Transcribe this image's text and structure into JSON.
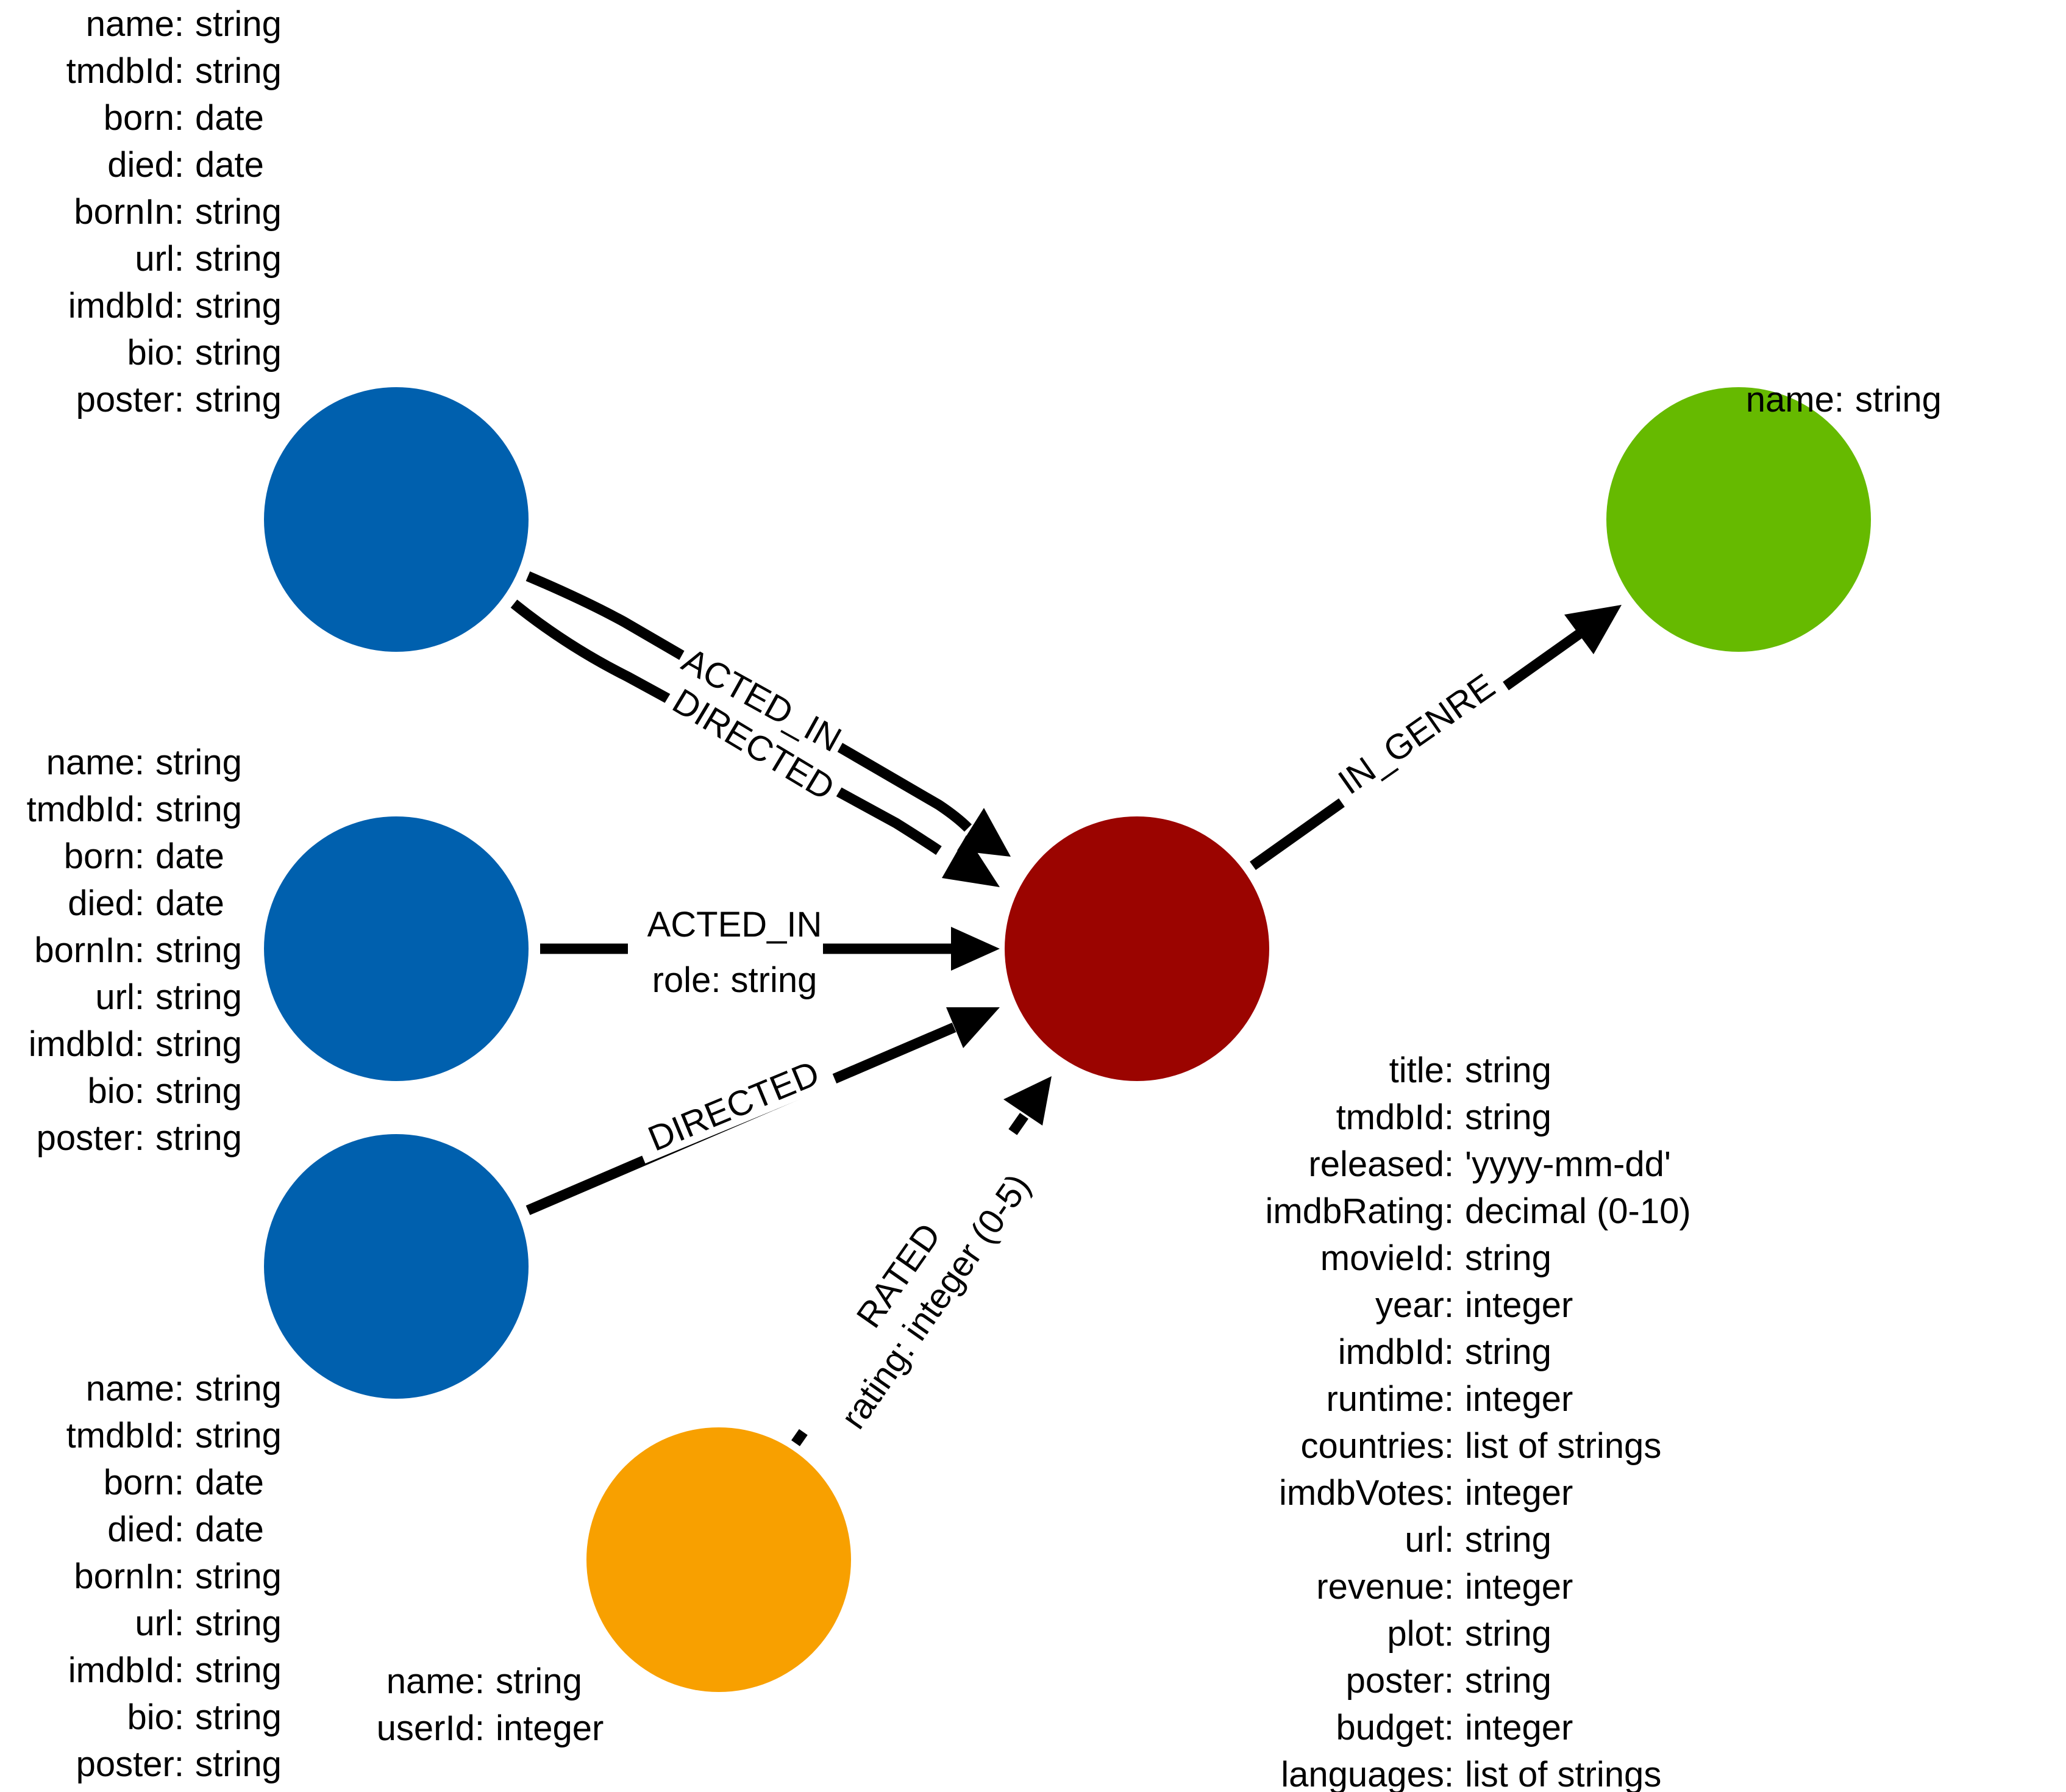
{
  "colors": {
    "person": "#0060AE",
    "movie": "#9B0400",
    "genre": "#66BA00",
    "user": "#F8A000",
    "edge": "#000000",
    "background": "#FFFFFF"
  },
  "nodes": {
    "person_top": {
      "color": "#0060AE",
      "properties": [
        {
          "key": "name",
          "type": "string"
        },
        {
          "key": "tmdbId",
          "type": "string"
        },
        {
          "key": "born",
          "type": "date"
        },
        {
          "key": "died",
          "type": "date"
        },
        {
          "key": "bornIn",
          "type": "string"
        },
        {
          "key": "url",
          "type": "string"
        },
        {
          "key": "imdbId",
          "type": "string"
        },
        {
          "key": "bio",
          "type": "string"
        },
        {
          "key": "poster",
          "type": "string"
        }
      ]
    },
    "person_middle": {
      "color": "#0060AE",
      "properties": [
        {
          "key": "name",
          "type": "string"
        },
        {
          "key": "tmdbId",
          "type": "string"
        },
        {
          "key": "born",
          "type": "date"
        },
        {
          "key": "died",
          "type": "date"
        },
        {
          "key": "bornIn",
          "type": "string"
        },
        {
          "key": "url",
          "type": "string"
        },
        {
          "key": "imdbId",
          "type": "string"
        },
        {
          "key": "bio",
          "type": "string"
        },
        {
          "key": "poster",
          "type": "string"
        }
      ]
    },
    "person_bottom": {
      "color": "#0060AE",
      "properties": [
        {
          "key": "name",
          "type": "string"
        },
        {
          "key": "tmdbId",
          "type": "string"
        },
        {
          "key": "born",
          "type": "date"
        },
        {
          "key": "died",
          "type": "date"
        },
        {
          "key": "bornIn",
          "type": "string"
        },
        {
          "key": "url",
          "type": "string"
        },
        {
          "key": "imdbId",
          "type": "string"
        },
        {
          "key": "bio",
          "type": "string"
        },
        {
          "key": "poster",
          "type": "string"
        }
      ]
    },
    "movie": {
      "color": "#9B0400",
      "properties": [
        {
          "key": "title",
          "type": "string"
        },
        {
          "key": "tmdbId",
          "type": "string"
        },
        {
          "key": "released",
          "type": "'yyyy-mm-dd'"
        },
        {
          "key": "imdbRating",
          "type": "decimal (0-10)"
        },
        {
          "key": "movieId",
          "type": "string"
        },
        {
          "key": "year",
          "type": "integer"
        },
        {
          "key": "imdbId",
          "type": "string"
        },
        {
          "key": "runtime",
          "type": "integer"
        },
        {
          "key": "countries",
          "type": "list of strings"
        },
        {
          "key": "imdbVotes",
          "type": "integer"
        },
        {
          "key": "url",
          "type": "string"
        },
        {
          "key": "revenue",
          "type": "integer"
        },
        {
          "key": "plot",
          "type": "string"
        },
        {
          "key": "poster",
          "type": "string"
        },
        {
          "key": "budget",
          "type": "integer"
        },
        {
          "key": "languages",
          "type": "list of strings"
        }
      ]
    },
    "genre": {
      "color": "#66BA00",
      "properties": [
        {
          "key": "name",
          "type": "string"
        }
      ]
    },
    "user": {
      "color": "#F8A000",
      "properties": [
        {
          "key": "name",
          "type": "string"
        },
        {
          "key": "userId",
          "type": "integer"
        }
      ]
    }
  },
  "edges": {
    "acted_in_top": {
      "label": "ACTED_IN",
      "from": "person_top",
      "to": "movie"
    },
    "directed_top": {
      "label": "DIRECTED",
      "from": "person_top",
      "to": "movie"
    },
    "acted_in_middle": {
      "label": "ACTED_IN",
      "property": "role: string",
      "from": "person_middle",
      "to": "movie"
    },
    "directed_bottom": {
      "label": "DIRECTED",
      "from": "person_bottom",
      "to": "movie"
    },
    "rated": {
      "label": "RATED",
      "property": "rating: integer (0-5)",
      "from": "user",
      "to": "movie"
    },
    "in_genre": {
      "label": "IN_GENRE",
      "from": "movie",
      "to": "genre"
    }
  }
}
